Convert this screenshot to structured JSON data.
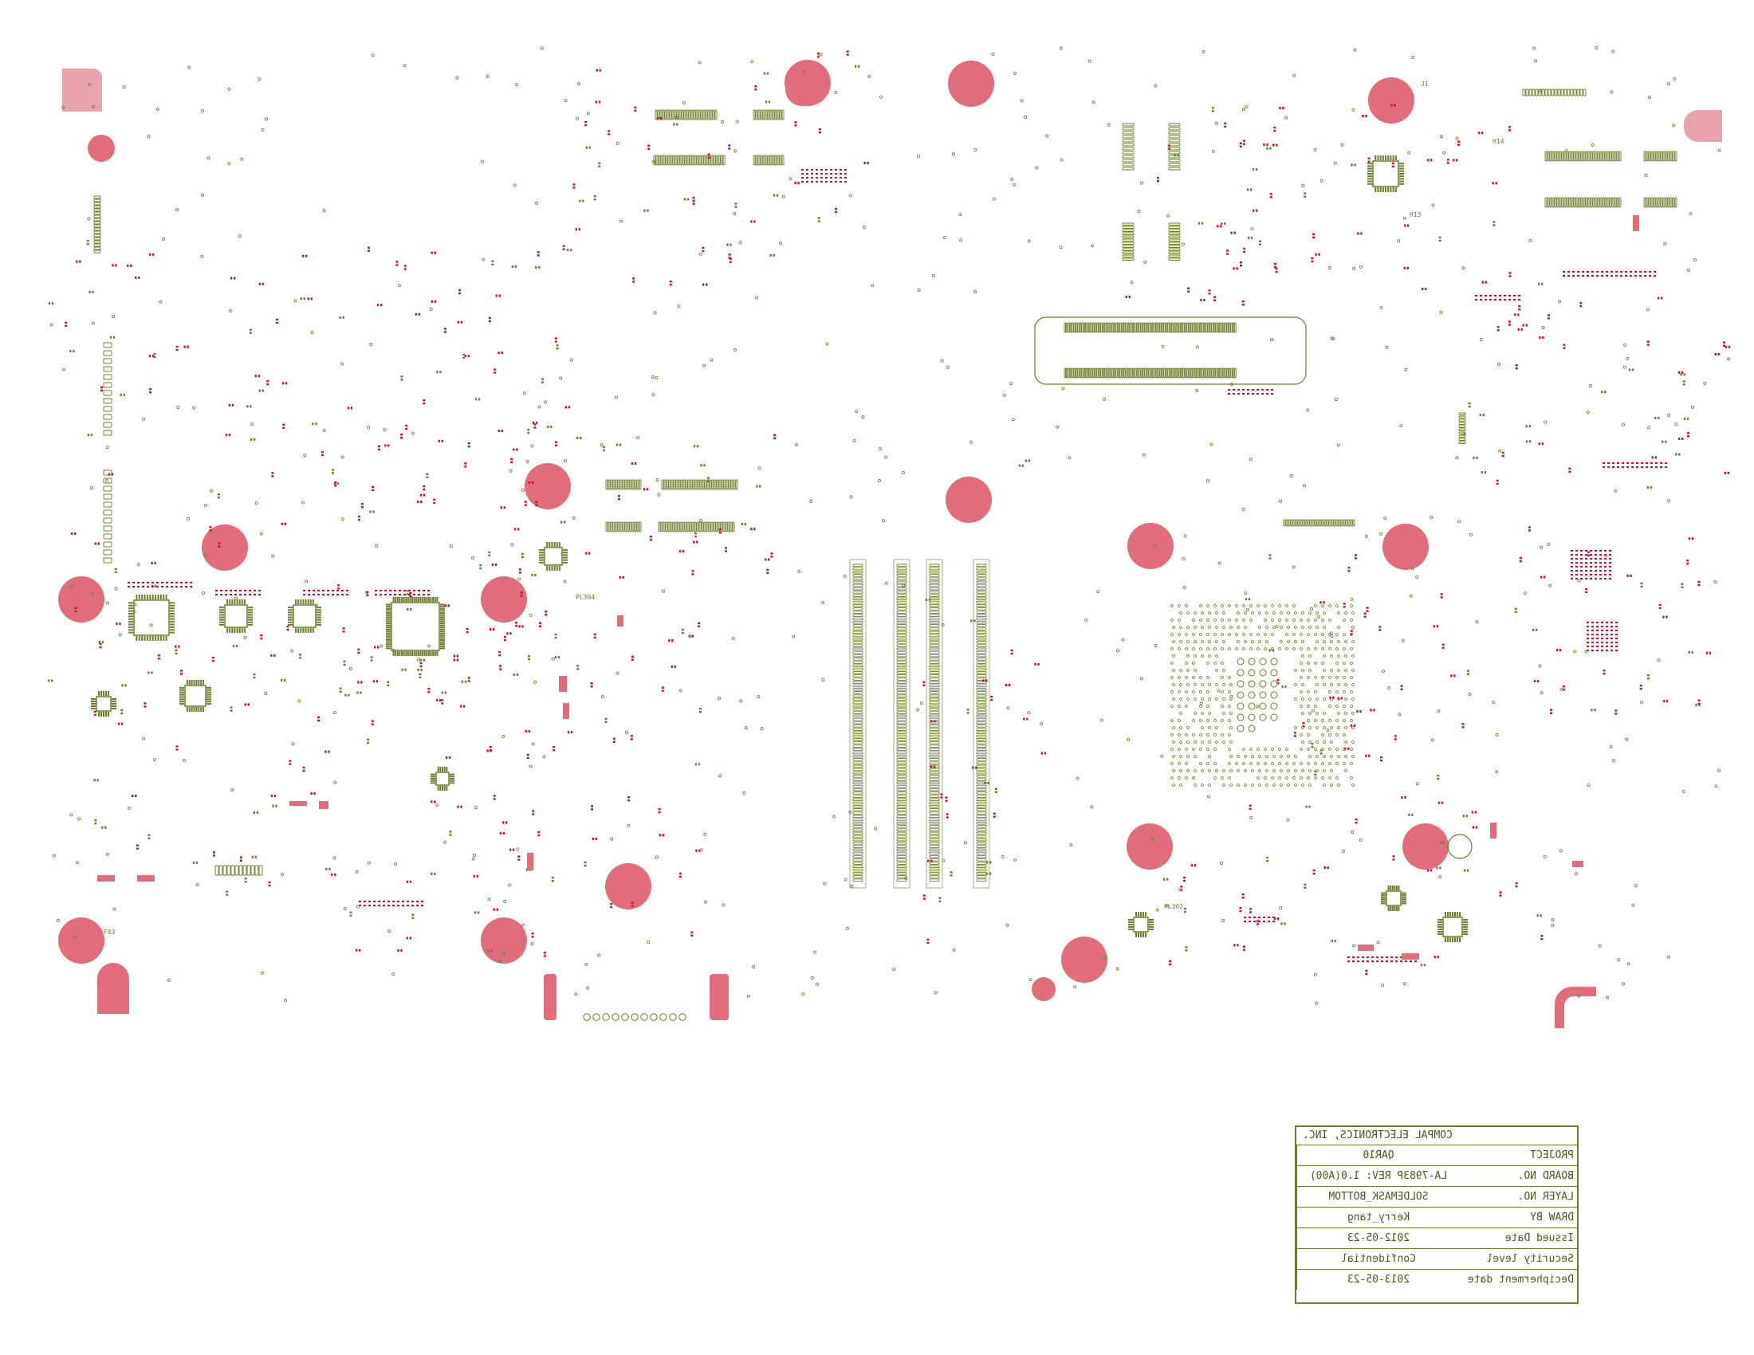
{
  "diagram": {
    "type": "pcb-layer-plot",
    "layer_view": "soldermask-bottom-mirrored",
    "colors": {
      "background": "#ffffff",
      "outline": "#6b7d2a",
      "pad": "#c8102e",
      "mask_opening": "#e06c7c",
      "mask_opening_light": "#e9a3ad"
    },
    "silkscreen_labels": [
      "F03",
      "PL304",
      "H13",
      "H14",
      "PL302",
      "J1"
    ],
    "title_block": {
      "company": "COMPAL ELECTRONICS, INC.",
      "rows": [
        {
          "label": "PROJECT",
          "value": "QAR10"
        },
        {
          "label": "BOARD NO.",
          "value": "LA-7983P REV: 1.0(A00)"
        },
        {
          "label": "LAYER NO.",
          "value": "SOLDEMASK_BOTTOM"
        },
        {
          "label": "DRAW BY",
          "value": "Kerry_tang"
        },
        {
          "label": "Issued Date",
          "value": "2012-05-23"
        },
        {
          "label": "Security level",
          "value": "Confidential"
        },
        {
          "label": "Decipherment date",
          "value": "2013-05-23"
        }
      ]
    }
  }
}
